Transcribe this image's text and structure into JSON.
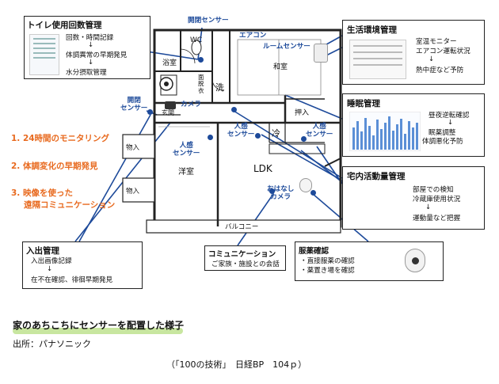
{
  "toilet_box": {
    "title": "トイレ使用回数管理",
    "lines": [
      "回数・時間記録",
      "↓",
      "体調異常の早期発見",
      "↓",
      "水分摂取管理"
    ]
  },
  "living_box": {
    "title": "生活環境管理",
    "lines": [
      "室温モニター",
      "エアコン運転状況",
      "↓",
      "熱中症など予防"
    ]
  },
  "sleep_box": {
    "title": "睡眠管理",
    "lines": [
      "昼夜逆転確認",
      "↓",
      "眠薬調整",
      "体調悪化予防"
    ]
  },
  "home_activity_box": {
    "title": "宅内活動量管理",
    "lines": [
      "部屋での検知",
      "冷蔵庫使用状況",
      "↓",
      "運動量など把握"
    ]
  },
  "entry_box": {
    "title": "入出管理",
    "lines": [
      "入出画像記録",
      "↓",
      "在不在確認、徘徊早期発見"
    ]
  },
  "comm_box": {
    "title": "コミュニケーション",
    "lines": [
      "ご家族・施設との会話"
    ]
  },
  "medicine_box": {
    "title": "服薬確認",
    "lines": [
      "・直接服薬の確認",
      "・薬置き場を確認"
    ]
  },
  "features": [
    "1. 24時間のモニタリング",
    "2. 体調変化の早期発見",
    "3. 映像を使った",
    "遠隔コミュニケーション"
  ],
  "sensors": {
    "door_top": "開閉センサー",
    "aircon": "エアコン",
    "room": "ルームセンサー",
    "door_left_1": "開閉",
    "door_left_2": "センサー",
    "camera": "カメラ",
    "motion1_1": "人感",
    "motion1_2": "センサー",
    "motion2_1": "人感",
    "motion2_2": "センサー",
    "motion3_1": "人感",
    "motion3_2": "センサー",
    "talk_1": "おはなし",
    "talk_2": "カメラ"
  },
  "rooms": {
    "wc": "WC",
    "bath": "浴室",
    "wash": "洗",
    "laundry": "面\n脱\n衣",
    "washitsu": "和室",
    "oshiire": "押入",
    "genkan": "玄関",
    "rei": "冷",
    "monoire1": "物入",
    "monoire2": "物入",
    "yoshitsu": "洋室",
    "ldk": "LDK",
    "balcony": "バルコニー"
  },
  "caption": {
    "main": "家のあちこちにセンサーを配置した様子",
    "source": "出所：パナソニック",
    "reference": "（「100の技術」　日経BP　104ｐ）"
  },
  "colors": {
    "sensor_blue": "#1d4a9a",
    "feature_orange": "#e86a1f",
    "highlight_green": "#c8e6a0",
    "chart_blue": "#5b8fd6"
  }
}
